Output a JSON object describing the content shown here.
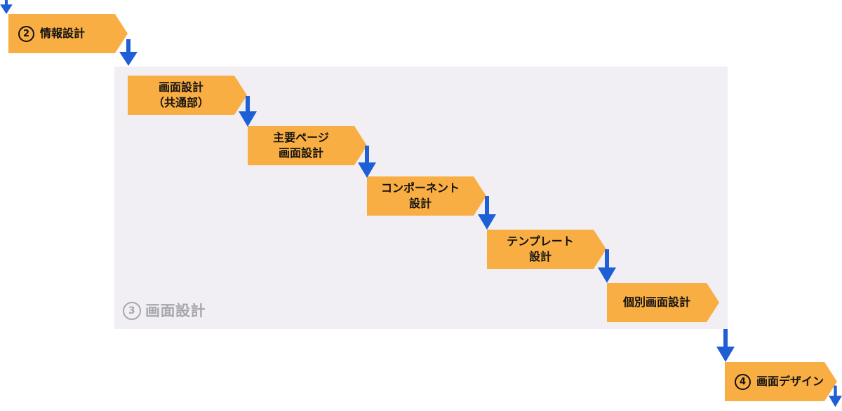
{
  "colors": {
    "step_fill": "#f9ae43",
    "arrow": "#1f5fd6",
    "group_panel": "#f1eff3",
    "group_label": "#a8a8ac"
  },
  "top_step": {
    "number": "2",
    "label": "情報設計"
  },
  "group": {
    "number": "3",
    "label": "画面設計"
  },
  "steps": [
    {
      "line1": "画面設計",
      "line2": "（共通部）"
    },
    {
      "line1": "主要ページ",
      "line2": "画面設計"
    },
    {
      "line1": "コンポーネント",
      "line2": "設計"
    },
    {
      "line1": "テンプレート",
      "line2": "設計"
    },
    {
      "line1": "個別画面設計"
    }
  ],
  "bottom_step": {
    "number": "4",
    "label": "画面デザイン"
  },
  "icons": {
    "flow_arrow": "down-arrow-icon"
  }
}
